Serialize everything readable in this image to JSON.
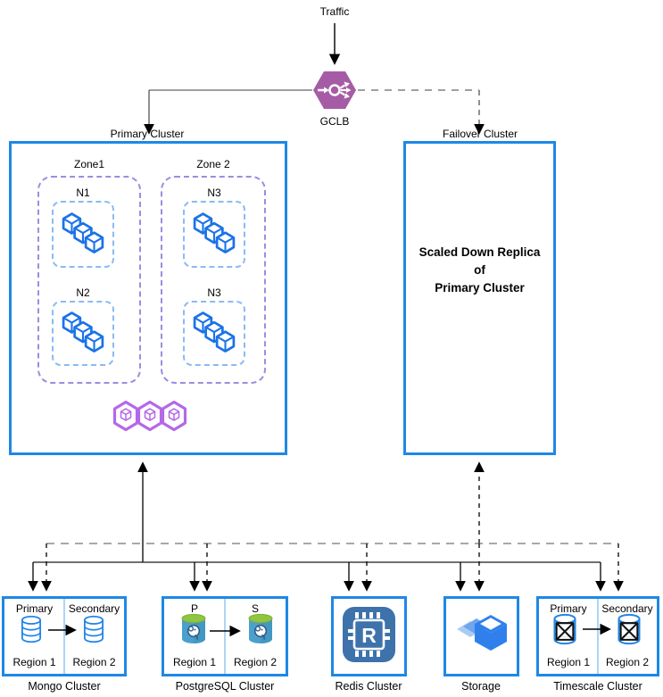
{
  "top": {
    "traffic_label": "Traffic",
    "gclb_label": "GCLB"
  },
  "primary_cluster": {
    "label": "Primary Cluster",
    "zones": [
      {
        "label": "Zone1",
        "nodes": [
          "N1",
          "N2"
        ]
      },
      {
        "label": "Zone 2",
        "nodes": [
          "N3",
          "N3"
        ]
      }
    ]
  },
  "failover_cluster": {
    "label": "Failover Cluster",
    "line1": "Scaled Down Replica",
    "line2": "of",
    "line3": "Primary Cluster"
  },
  "services": {
    "mongo": {
      "name": "Mongo Cluster",
      "left_role": "Primary",
      "right_role": "Secondary",
      "left_region": "Region 1",
      "right_region": "Region 2"
    },
    "postgresql": {
      "name": "PostgreSQL Cluster",
      "left_role": "P",
      "right_role": "S",
      "left_region": "Region 1",
      "right_region": "Region 2"
    },
    "redis": {
      "name": "Redis Cluster",
      "icon_letter": "R"
    },
    "storage": {
      "name": "Storage"
    },
    "timescale": {
      "name": "Timescale Cluster",
      "left_role": "Primary",
      "right_role": "Secondary",
      "left_region": "Region 1",
      "right_region": "Region 2"
    }
  },
  "colors": {
    "cluster_border": "#1E88E5",
    "gclb_purple": "#A55CA5",
    "workload_blue": "#1A73E8",
    "pods_purple": "#B468E8",
    "zone_border": "#9A8EE0",
    "node_border": "#8ABAF5",
    "redis_blue": "#3E72AB",
    "storage_blue": "#2F80ED"
  }
}
